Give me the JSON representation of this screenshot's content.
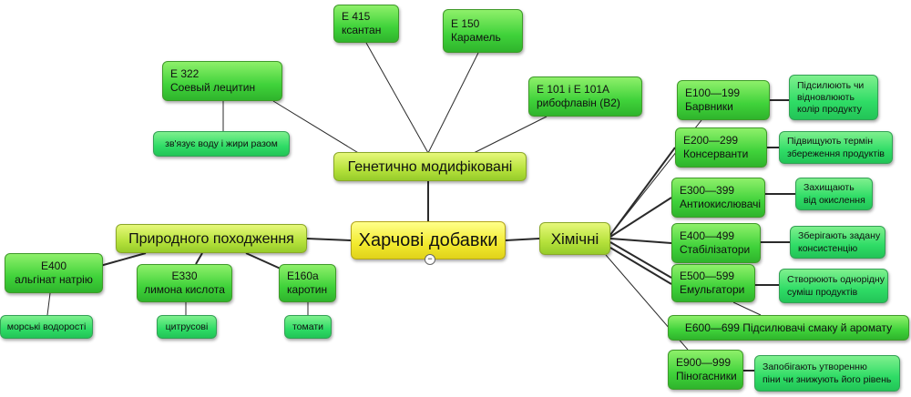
{
  "center": "Харчові добавки",
  "collapse_symbol": "−",
  "branches": {
    "gm": {
      "label": "Генетично модифіковані",
      "items": [
        {
          "code": "E 415",
          "name": "ксантан"
        },
        {
          "code": "E 150",
          "name": "Карамель"
        },
        {
          "code": "E 101 і E 101A",
          "name": "рибофлавін (B2)"
        },
        {
          "code": "E 322",
          "name": "Соевый лецитин",
          "note": "зв'язує воду і жири разом"
        }
      ]
    },
    "natural": {
      "label": "Природного походження",
      "items": [
        {
          "code": "E400",
          "name": "альгінат натрію",
          "note": "морські водорості"
        },
        {
          "code": "E330",
          "name": "лимона кислота",
          "note": "цитрусові"
        },
        {
          "code": "E160a",
          "name": "каротин",
          "note": "томати"
        }
      ]
    },
    "chem": {
      "label": "Хімічні",
      "items": [
        {
          "code": "E100—199",
          "name": "Барвники",
          "note1": "Підсилюють чи",
          "note2": "відновлюють",
          "note3": "колір продукту"
        },
        {
          "code": "E200—299",
          "name": "Консерванти",
          "note1": "Підвищують термін",
          "note2": "збереження продуктів"
        },
        {
          "code": "E300—399",
          "name": "Антиокислювачі",
          "note1": "Захищають",
          "note2": "від окислення"
        },
        {
          "code": "E400—499",
          "name": "Стабілізатори",
          "note1": "Зберігають задану",
          "note2": "консистенцію"
        },
        {
          "code": "E500—599",
          "name": "Емульгатори",
          "note1": "Створюють однорідну",
          "note2": "суміш продуктів"
        },
        {
          "full": "E600—699 Підсилювачі смаку й аромату"
        },
        {
          "code": "E900—999",
          "name": "Піногасники",
          "note1": "Запобігають утворенню",
          "note2": "піни чи знижують його рівень"
        }
      ]
    }
  }
}
